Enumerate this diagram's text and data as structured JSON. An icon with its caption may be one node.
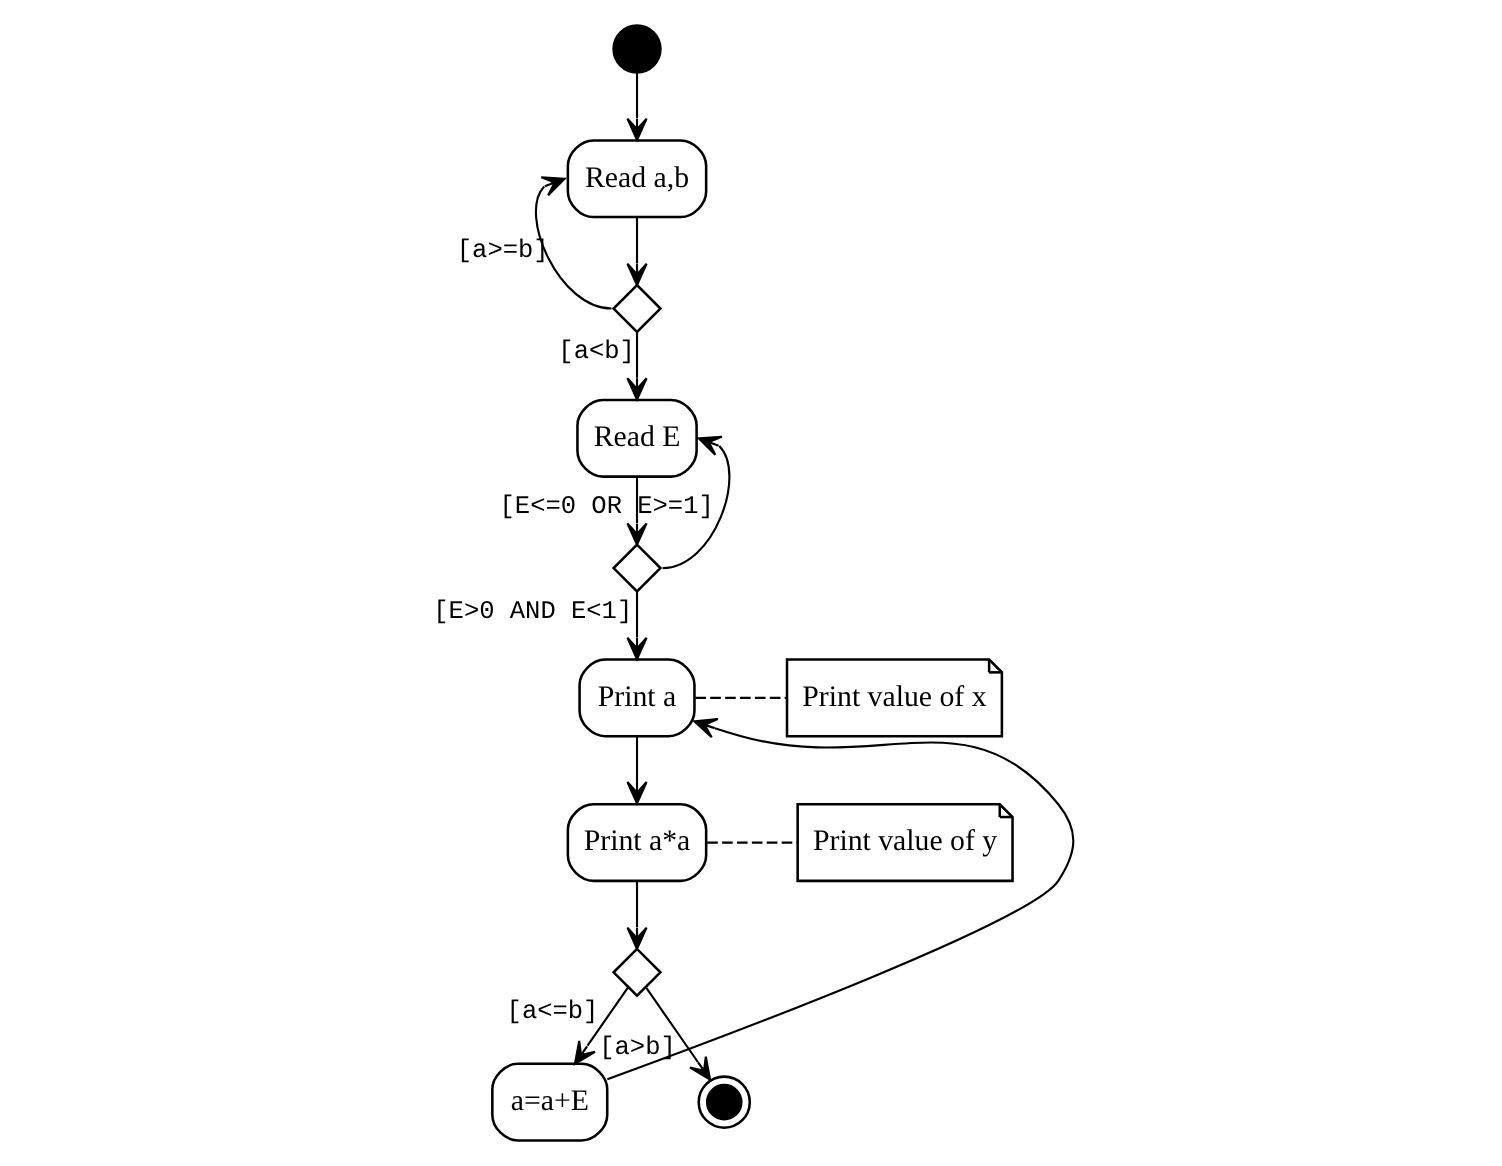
{
  "diagram": {
    "nodes": [
      {
        "text": [],
        "shape": "circle"
      },
      {
        "text": [
          "Read a,b"
        ]
      },
      {
        "text": [],
        "shape": "diamond"
      },
      {
        "text": [
          "Read E"
        ]
      },
      {
        "text": [],
        "shape": "diamond"
      },
      {
        "text": [
          "Print a"
        ]
      },
      {
        "text": [
          "Print value of x"
        ]
      },
      {
        "text": [
          "Print a*a"
        ]
      },
      {
        "text": [
          "Print value of y"
        ]
      },
      {
        "text": [],
        "shape": "diamond"
      },
      {
        "text": [
          "a=a+E"
        ]
      },
      {
        "text": [],
        "shape": "circle"
      }
    ],
    "edges": [
      {
        "from": 0,
        "to": 1,
        "arrow": "to"
      },
      {
        "from": 1,
        "to": 2,
        "arrow": "to"
      },
      {
        "from": 2,
        "to": 1,
        "arrow": "to",
        "label": "[a>=b]"
      },
      {
        "from": 2,
        "to": 3,
        "arrow": "to",
        "label": "[a<b]"
      },
      {
        "from": 3,
        "to": 4,
        "arrow": "to"
      },
      {
        "from": 4,
        "to": 3,
        "arrow": "to",
        "label": "[E<=0 OR E>=1]"
      },
      {
        "from": 4,
        "to": 5,
        "arrow": "to",
        "label": "[E>0 AND E<1]"
      },
      {
        "from": 5,
        "to": 6,
        "arrow": "none",
        "style": "dashed"
      },
      {
        "from": 5,
        "to": 7,
        "arrow": "to"
      },
      {
        "from": 7,
        "to": 8,
        "arrow": "none",
        "style": "dashed"
      },
      {
        "from": 7,
        "to": 9,
        "arrow": "to"
      },
      {
        "from": 9,
        "to": 10,
        "arrow": "to",
        "label": "[a<=b]"
      },
      {
        "from": 10,
        "to": 5,
        "arrow": "to"
      },
      {
        "from": 9,
        "to": 11,
        "arrow": "to",
        "label": "[a>b]"
      }
    ]
  }
}
